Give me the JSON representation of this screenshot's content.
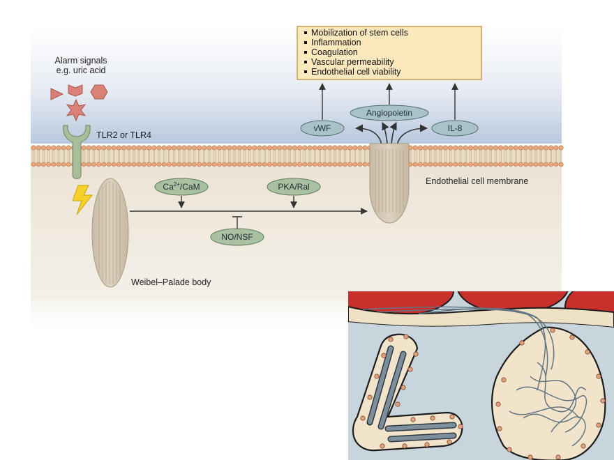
{
  "diagram": {
    "alarm_signals_line1": "Alarm signals",
    "alarm_signals_line2": "e.g. uric acid",
    "receptor_label": "TLR2 or TLR4",
    "membrane_label": "Endothelial cell membrane",
    "wpb_label": "Weibel–Palade body",
    "ca_cam_base": "Ca",
    "ca_cam_sup": "2+",
    "ca_cam_rest": "/CaM",
    "pka_ral": "PKA/Ral",
    "no_nsf": "NO/NSF",
    "vwf": "vWF",
    "angiopoietin": "Angiopoietin",
    "il8": "IL-8",
    "effects": [
      "Mobilization of stem cells",
      "Inflammation",
      "Coagulation",
      "Vascular permeability",
      "Endothelial cell viability"
    ]
  },
  "colors": {
    "extracellular_top": "#ffffff",
    "extracellular_bottom": "#b7c7df",
    "cytoplasm": "#ece5d8",
    "effects_box": "#fce8bd",
    "effects_border": "#c79a4d",
    "signal_oval": "#a9c1a0",
    "factor_oval": "#a8c3c7",
    "receptor": "#a9bd98",
    "alarm_shapes": "#d98378",
    "lightning": "#f7d02a",
    "blood_cell_red": "#c9302c"
  }
}
